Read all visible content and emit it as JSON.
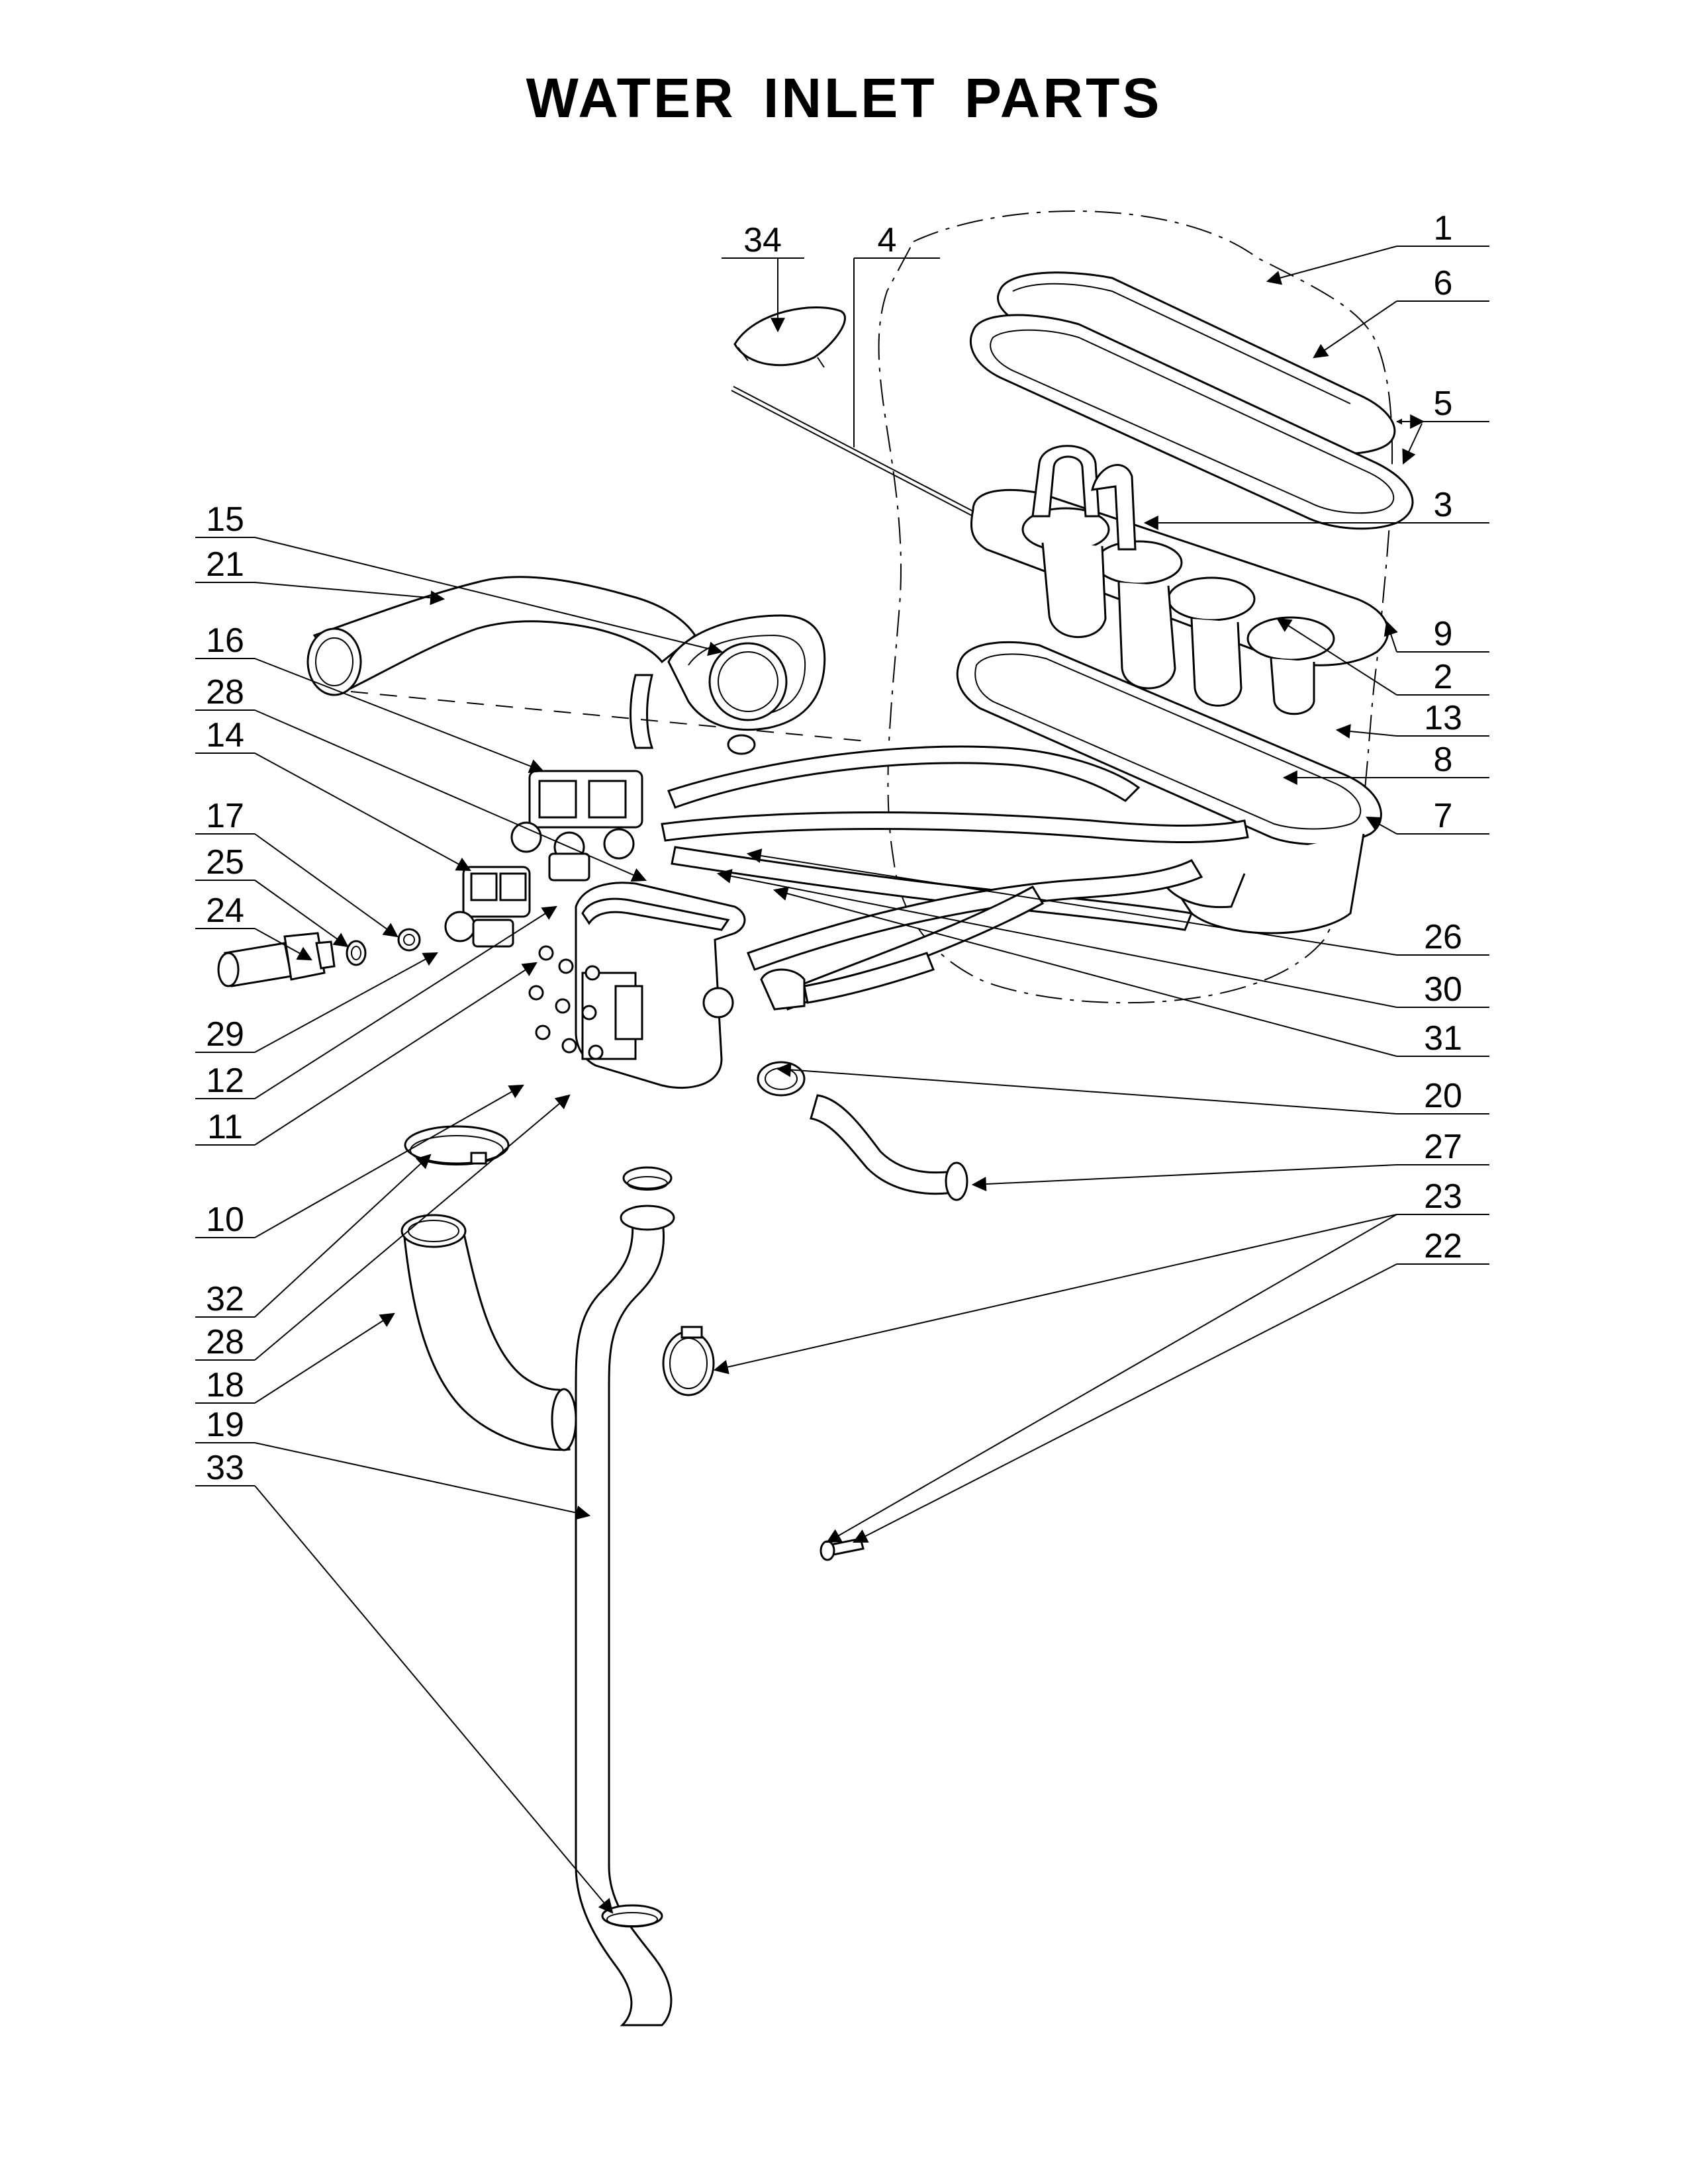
{
  "title": "WATER INLET PARTS",
  "callouts": [
    {
      "id": "c34",
      "label": "34"
    },
    {
      "id": "c4",
      "label": "4"
    },
    {
      "id": "c1",
      "label": "1"
    },
    {
      "id": "c6",
      "label": "6"
    },
    {
      "id": "c5",
      "label": "5"
    },
    {
      "id": "c3",
      "label": "3"
    },
    {
      "id": "c9",
      "label": "9"
    },
    {
      "id": "c2",
      "label": "2"
    },
    {
      "id": "c13",
      "label": "13"
    },
    {
      "id": "c8",
      "label": "8"
    },
    {
      "id": "c7",
      "label": "7"
    },
    {
      "id": "c26",
      "label": "26"
    },
    {
      "id": "c30",
      "label": "30"
    },
    {
      "id": "c31",
      "label": "31"
    },
    {
      "id": "c20",
      "label": "20"
    },
    {
      "id": "c27",
      "label": "27"
    },
    {
      "id": "c23",
      "label": "23"
    },
    {
      "id": "c22",
      "label": "22"
    },
    {
      "id": "c15",
      "label": "15"
    },
    {
      "id": "c21",
      "label": "21"
    },
    {
      "id": "c16",
      "label": "16"
    },
    {
      "id": "c28a",
      "label": "28"
    },
    {
      "id": "c14",
      "label": "14"
    },
    {
      "id": "c17",
      "label": "17"
    },
    {
      "id": "c25",
      "label": "25"
    },
    {
      "id": "c24",
      "label": "24"
    },
    {
      "id": "c29",
      "label": "29"
    },
    {
      "id": "c12",
      "label": "12"
    },
    {
      "id": "c11",
      "label": "11"
    },
    {
      "id": "c10",
      "label": "10"
    },
    {
      "id": "c32",
      "label": "32"
    },
    {
      "id": "c28b",
      "label": "28"
    },
    {
      "id": "c18",
      "label": "18"
    },
    {
      "id": "c19",
      "label": "19"
    },
    {
      "id": "c33",
      "label": "33"
    }
  ]
}
